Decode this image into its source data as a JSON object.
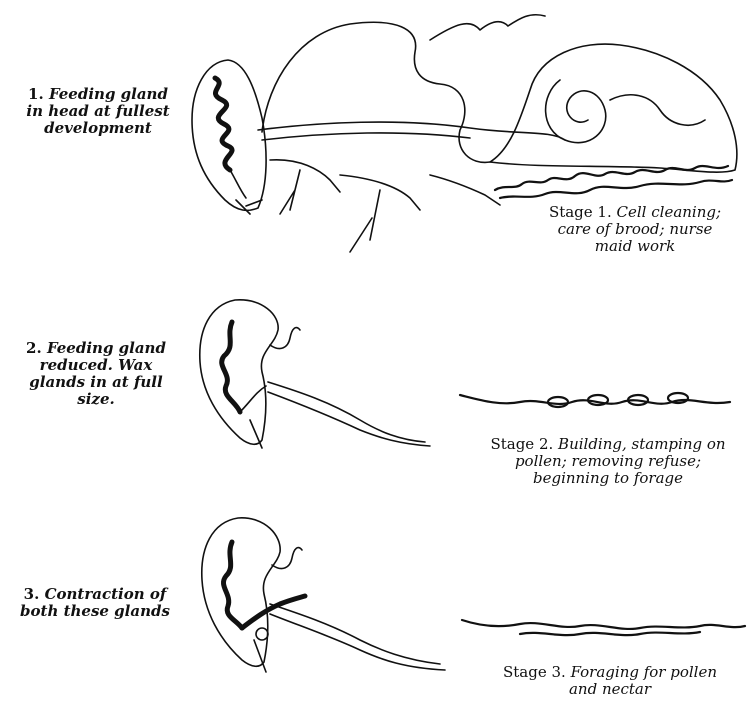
{
  "glands": [
    {
      "number": "1.",
      "text_lines": [
        "Feeding gland",
        "in head at fullest",
        "development"
      ]
    },
    {
      "number": "2.",
      "text_lines": [
        "Feeding gland",
        "reduced.  Wax",
        "glands in at full",
        "size."
      ]
    },
    {
      "number": "3.",
      "text_lines": [
        "Contraction of",
        "both these glands"
      ]
    }
  ],
  "stages": [
    {
      "lead": "Stage 1.",
      "lines": [
        "Cell cleaning;",
        "care of brood; nurse",
        "maid work"
      ]
    },
    {
      "lead": "Stage 2.",
      "lines": [
        "Building, stamping on",
        "pollen; removing refuse;",
        "beginning to forage"
      ]
    },
    {
      "lead": "Stage 3.",
      "lines": [
        "Foraging for pollen",
        "and nectar"
      ]
    }
  ]
}
